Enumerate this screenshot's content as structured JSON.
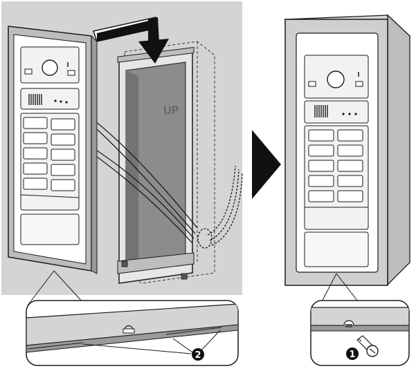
{
  "figure": {
    "box_label": "UP",
    "callouts": [
      {
        "id": "callout-1",
        "text": "1"
      },
      {
        "id": "callout-2",
        "text": "2"
      }
    ]
  },
  "colors": {
    "background_panel": "#d4d4d4",
    "panel_white": "#ffffff",
    "frame_gray": "#b8b8b8",
    "box_interior": "#8c8c8c",
    "outline": "#1a1a1a",
    "arrow": "#111111"
  },
  "icons": [
    "down-arrow-icon",
    "right-arrow-icon",
    "screw-icon"
  ]
}
